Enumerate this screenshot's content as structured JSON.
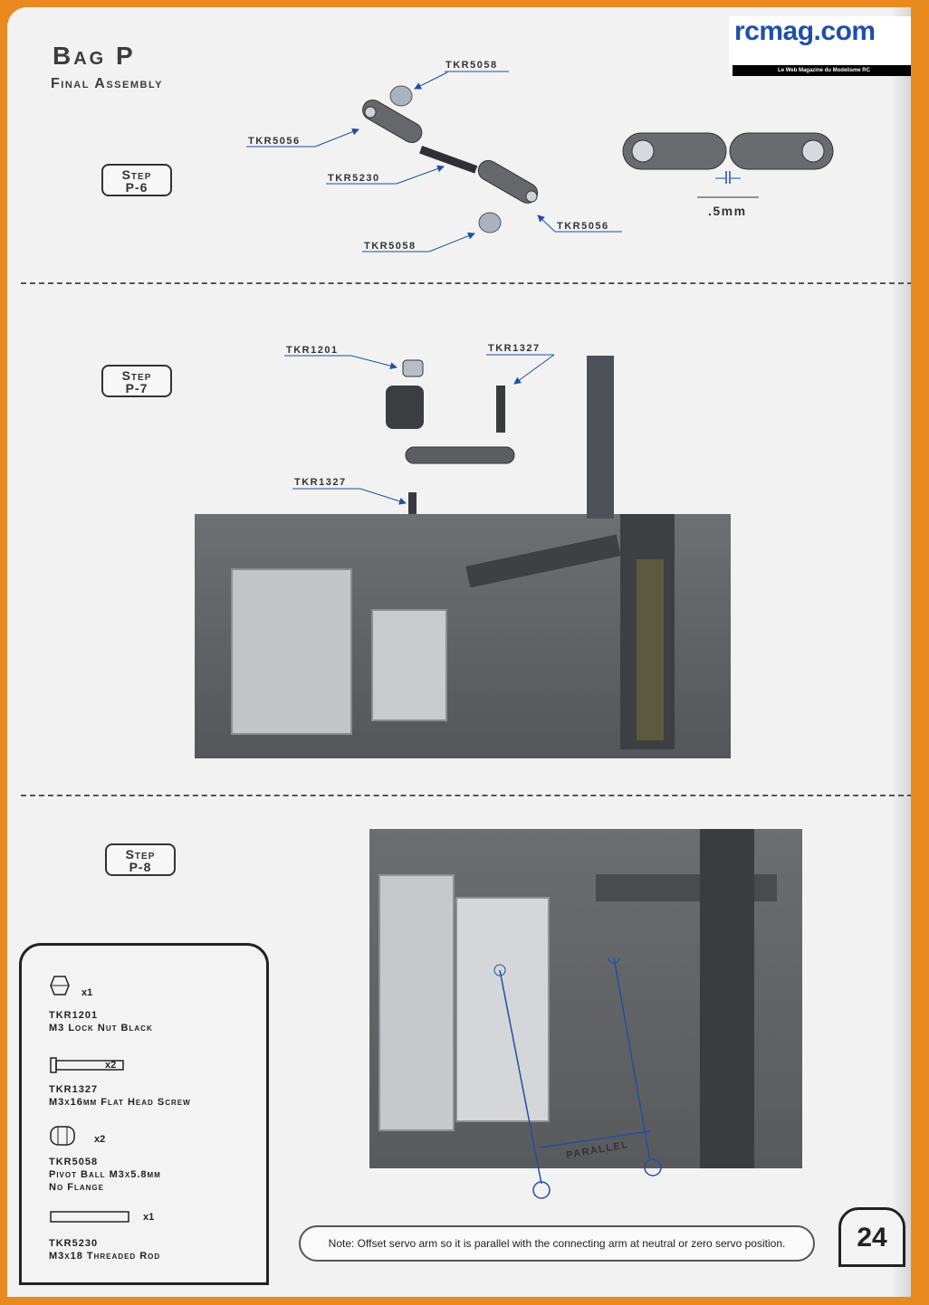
{
  "header": {
    "bag_title": "Bag P",
    "subtitle": "Final Assembly"
  },
  "logo": {
    "text": "rcmag.com",
    "tagline": "Le Web Magazine du Modelisme RC"
  },
  "steps": [
    {
      "label": "Step",
      "id": "P-6"
    },
    {
      "label": "Step",
      "id": "P-7"
    },
    {
      "label": "Step",
      "id": "P-8"
    }
  ],
  "step6": {
    "callouts": [
      "TKR5058",
      "TKR5056",
      "TKR5230",
      "TKR5056",
      "TKR5058"
    ],
    "gap_label": ".5mm"
  },
  "step7": {
    "callouts": [
      "TKR1201",
      "TKR1327",
      "TKR1327"
    ]
  },
  "step8": {
    "parallel_label": "PARALLEL"
  },
  "parts_list": [
    {
      "qty": "x1",
      "code": "TKR1201",
      "desc": [
        "M3 Lock Nut Black"
      ]
    },
    {
      "qty": "x2",
      "code": "TKR1327",
      "desc": [
        "M3x16mm Flat Head Screw"
      ]
    },
    {
      "qty": "x2",
      "code": "TKR5058",
      "desc": [
        "Pivot Ball M3x5.8mm",
        "No Flange"
      ]
    },
    {
      "qty": "x1",
      "code": "TKR5230",
      "desc": [
        "M3x18 Threaded Rod"
      ]
    }
  ],
  "note": "Note: Offset servo arm so it is parallel with the connecting arm at neutral or zero servo position.",
  "page_number": "24",
  "colors": {
    "frame": "#e98a1e",
    "page": "#f2f2f2",
    "part_gray": "#6a6b6e",
    "dark_gray": "#3c3d40",
    "arrow_blue": "#1f4fa8"
  }
}
